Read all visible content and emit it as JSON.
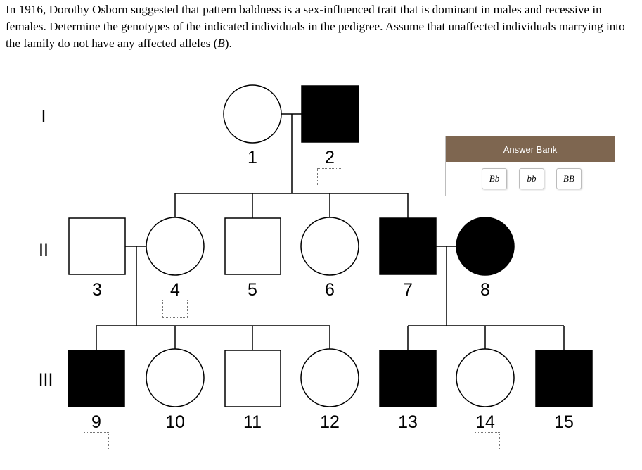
{
  "question": {
    "part1": "In 1916, Dorothy Osborn suggested that pattern baldness is a sex-influenced trait that is dominant in males and recessive in females. Determine the genotypes of the indicated individuals in the pedigree. Assume that unaffected individuals marrying into the family do not have any affected alleles (",
    "allele": "B",
    "part2": ")."
  },
  "generations": [
    "I",
    "II",
    "III"
  ],
  "individuals": {
    "n1": "1",
    "n2": "2",
    "n3": "3",
    "n4": "4",
    "n5": "5",
    "n6": "6",
    "n7": "7",
    "n8": "8",
    "n9": "9",
    "n10": "10",
    "n11": "11",
    "n12": "12",
    "n13": "13",
    "n14": "14",
    "n15": "15"
  },
  "answer_bank": {
    "title": "Answer Bank",
    "options": [
      "Bb",
      "bb",
      "BB"
    ]
  },
  "colors": {
    "affected": "#000000",
    "unaffected": "#ffffff",
    "bank_header": "#7e6650"
  }
}
